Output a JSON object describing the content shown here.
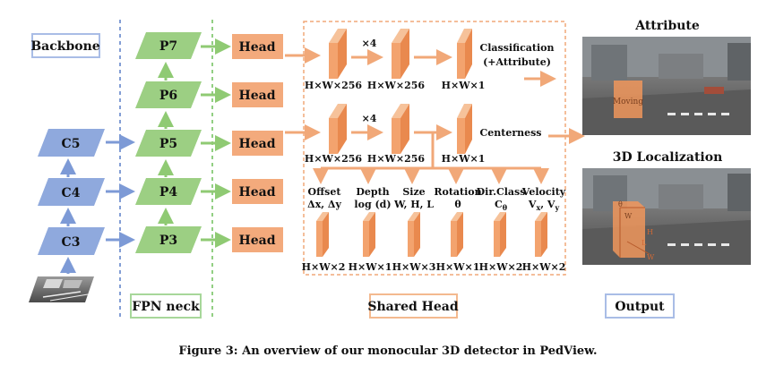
{
  "colors": {
    "backbone_fill": "#8fa9dd",
    "fpn_fill": "#9ccf83",
    "head_fill": "#f3aa7c",
    "arrow_blue": "#7d9ad6",
    "arrow_green": "#8fca73",
    "arrow_orange": "#f1a878",
    "dashed_blue": "#5a7fc7",
    "dashed_green": "#6fbf5a",
    "dashed_orange": "#f1a878",
    "label_box_blue": "#a9bde6",
    "label_box_green": "#a7d79a",
    "label_box_orange": "#f3b98f"
  },
  "sections": {
    "backbone": "Backbone",
    "fpn_neck": "FPN neck",
    "shared_head": "Shared Head",
    "output": "Output"
  },
  "backbone": {
    "levels": [
      "C5",
      "C4",
      "C3"
    ]
  },
  "fpn": {
    "levels": [
      "P7",
      "P6",
      "P5",
      "P4",
      "P3"
    ]
  },
  "heads": {
    "label": "Head"
  },
  "shared_head": {
    "repeat": "×4",
    "feature_256": "H×W×256",
    "feature_1": "H×W×1",
    "classification": [
      "Classification",
      "(+Attribute)"
    ],
    "centerness": "Centerness",
    "branches": [
      {
        "title": "Offset",
        "formula": "Δx, Δy",
        "shape": "H×W×2"
      },
      {
        "title": "Depth",
        "formula": "log (d)",
        "shape": "H×W×1"
      },
      {
        "title": "Size",
        "formula": "W, H, L",
        "shape": "H×W×3"
      },
      {
        "title": "Rotation",
        "formula": "θ",
        "shape": "H×W×1"
      },
      {
        "title": "Dir.Class",
        "formula": "C",
        "formula_sub": "θ",
        "shape": "H×W×2"
      },
      {
        "title": "Velocity",
        "formula": "V",
        "formula_sub": "x",
        "formula_mid": ", V",
        "formula_sub2": "y",
        "shape": "H×W×2"
      }
    ]
  },
  "outputs": {
    "attribute_title": "Attribute",
    "localization_title": "3D Localization",
    "attribute_tag": "Moving",
    "box_labels": [
      "θ",
      "W",
      "H",
      "L",
      "W"
    ]
  },
  "caption": "Figure 3: An overview of our monocular 3D detector in PedView."
}
